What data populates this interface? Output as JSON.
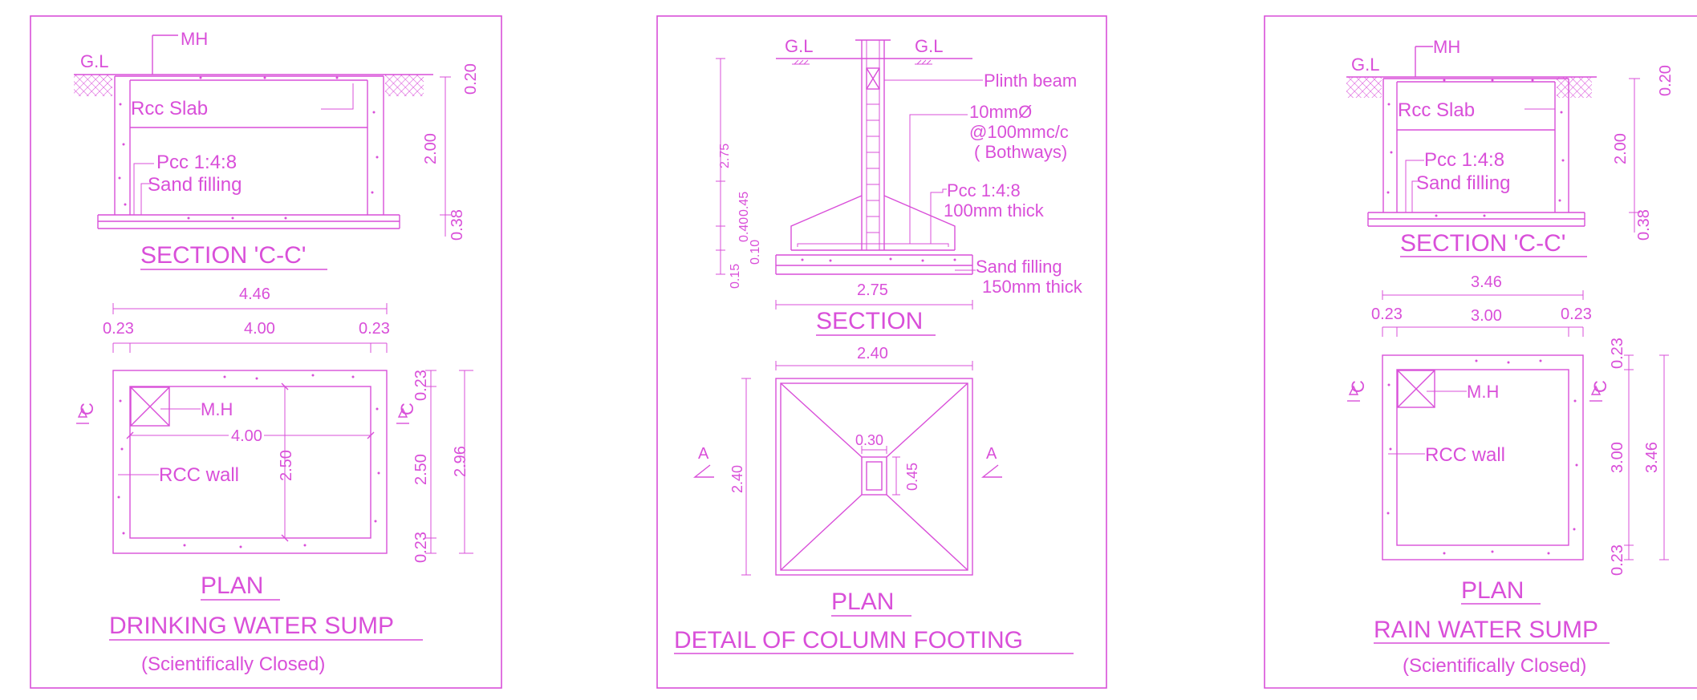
{
  "colors": {
    "line": "#d94fd9",
    "background": "#ffffff"
  },
  "drinking": {
    "gl": "G.L",
    "mh_top": "MH",
    "rcc_slab": "Rcc Slab",
    "pcc": "Pcc 1:4:8",
    "sand": "Sand filling",
    "dim_020": "0.20",
    "dim_200": "2.00",
    "dim_038": "0.38",
    "section_title": "SECTION 'C-C'",
    "dim_446": "4.46",
    "dim_023_l": "0.23",
    "dim_400_top": "4.00",
    "dim_023_r": "0.23",
    "c_left": "C",
    "c_right": "C",
    "mh_plan": "M.H",
    "dim_400_in": "4.00",
    "rcc_wall": "RCC wall",
    "dim_250_in": "2.50",
    "dim_023_rt": "0.23",
    "dim_250_r": "2.50",
    "dim_023_rb": "0.23",
    "dim_296": "2.96",
    "plan_title": "PLAN",
    "main_title": "DRINKING WATER SUMP",
    "subtitle": "(Scientifically Closed)"
  },
  "footing": {
    "gl_left": "G.L",
    "gl_right": "G.L",
    "plinth": "Plinth beam",
    "bar_1": "10mmØ",
    "bar_2": "@100mmc/c",
    "bar_3": "( Bothways)",
    "pcc_1": "Pcc 1:4:8",
    "pcc_2": "100mm thick",
    "sand_1": "Sand filling",
    "sand_2": "150mm thick",
    "dim_275_v": "2.75",
    "dim_045": "0.45",
    "dim_040": "0.40",
    "dim_010": "0.10",
    "dim_015": "0.15",
    "dim_275_h": "2.75",
    "section_title": "SECTION",
    "dim_240_top": "2.40",
    "a_left": "A",
    "a_right": "A",
    "dim_240_left": "2.40",
    "dim_030": "0.30",
    "dim_045_plan": "0.45",
    "plan_title": "PLAN",
    "main_title": "DETAIL OF COLUMN FOOTING"
  },
  "rain": {
    "gl": "G.L",
    "mh_top": "MH",
    "rcc_slab": "Rcc Slab",
    "pcc": "Pcc 1:4:8",
    "sand": "Sand filling",
    "dim_020": "0.20",
    "dim_200": "2.00",
    "dim_038": "0.38",
    "section_title": "SECTION 'C-C'",
    "dim_346": "3.46",
    "dim_023_l": "0.23",
    "dim_300_top": "3.00",
    "dim_023_r": "0.23",
    "c_left": "C",
    "c_right": "C",
    "mh_plan": "M.H",
    "rcc_wall": "RCC wall",
    "dim_023_rt": "0.23",
    "dim_300_r": "3.00",
    "dim_346_r": "3.46",
    "dim_023_rb": "0.23",
    "plan_title": "PLAN",
    "main_title": "RAIN WATER SUMP",
    "subtitle": "(Scientifically Closed)"
  }
}
